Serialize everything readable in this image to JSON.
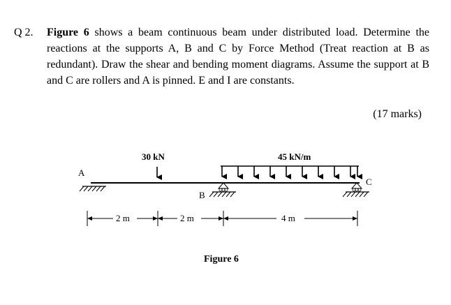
{
  "question": {
    "number": "Q 2.",
    "figure_ref": "Figure 6",
    "text_after_ref": " shows a beam continuous beam under distributed load. Determine the reactions at the supports A, B and C by Force Method (Treat reaction at B as redundant). Draw the shear and bending moment diagrams. Assume the support at B and C are rollers and A is pinned. E and I are constants.",
    "marks": "(17 marks)"
  },
  "figure": {
    "point_load": "30 kN",
    "distributed_load": "45 kN/m",
    "support_labels": {
      "a": "A",
      "b": "B",
      "c": "C"
    },
    "dimensions": {
      "span1": "2 m",
      "span2": "2 m",
      "span3": "4 m"
    },
    "caption": "Figure 6"
  }
}
